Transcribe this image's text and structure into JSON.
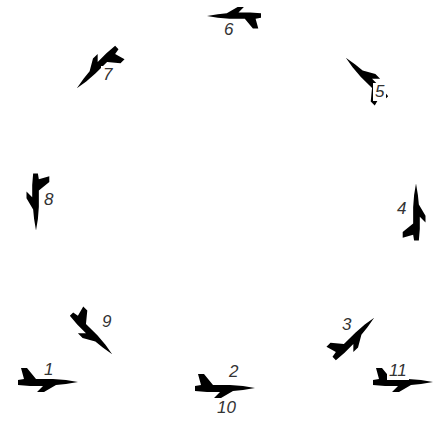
{
  "diagram": {
    "labels": [
      "1",
      "2",
      "10",
      "3",
      "4",
      "5",
      "6",
      "7",
      "8",
      "9",
      "11"
    ]
  }
}
